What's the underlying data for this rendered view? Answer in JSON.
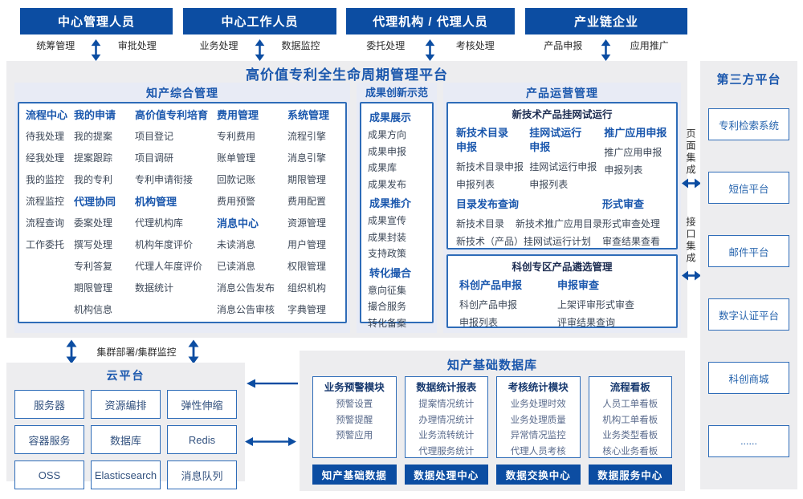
{
  "platform": {
    "title": "高价值专利全生命周期管理平台"
  },
  "roles": [
    {
      "name": "中心管理人员",
      "left": "统筹管理",
      "right": "审批处理"
    },
    {
      "name": "中心工作人员",
      "left": "业务处理",
      "right": "数据监控"
    },
    {
      "name": "代理机构 / 代理人员",
      "left": "委托处理",
      "right": "考核处理"
    },
    {
      "name": "产业链企业",
      "left": "产品申报",
      "right": "应用推广"
    }
  ],
  "ip_management": {
    "title": "知产综合管理",
    "col1": {
      "g1": {
        "heading": "流程中心",
        "items": [
          "待我处理",
          "经我处理",
          "我的监控",
          "流程监控",
          "流程查询",
          "工作委托"
        ]
      }
    },
    "col2": {
      "g1": {
        "heading": "我的申请",
        "items": [
          "我的提案",
          "提案跟踪",
          "我的专利"
        ]
      },
      "g2": {
        "heading": "代理协同",
        "items": [
          "委案处理",
          "撰写处理",
          "专利答复",
          "期限管理",
          "机构信息"
        ]
      }
    },
    "col3": {
      "g1": {
        "heading": "高价值专利培育",
        "items": [
          "项目登记",
          "项目调研",
          "专利申请衔接"
        ]
      },
      "g2": {
        "heading": "机构管理",
        "items": [
          "代理机构库",
          "机构年度评价",
          "代理人年度评价",
          "数据统计"
        ]
      }
    },
    "col4": {
      "g1": {
        "heading": "费用管理",
        "items": [
          "专利费用",
          "账单管理",
          "回款记账",
          "费用预警"
        ]
      },
      "g2": {
        "heading": "消息中心",
        "items": [
          "未读消息",
          "已读消息",
          "消息公告发布",
          "消息公告审核"
        ]
      }
    },
    "col5": {
      "g1": {
        "heading": "系统管理",
        "items": [
          "流程引擎",
          "消息引擎",
          "期限管理",
          "费用配置",
          "资源管理",
          "用户管理",
          "权限管理",
          "组织机构",
          "字典管理"
        ]
      }
    }
  },
  "innovation": {
    "title": "成果创新示范",
    "g1": {
      "heading": "成果展示",
      "items": [
        "成果方向",
        "成果申报",
        "成果库",
        "成果发布"
      ]
    },
    "g2": {
      "heading": "成果推介",
      "items": [
        "成果宣传",
        "成果封装",
        "支持政策"
      ]
    },
    "g3": {
      "heading": "转化撮合",
      "items": [
        "意向征集",
        "撮合服务",
        "转化备案"
      ]
    }
  },
  "product_ops": {
    "title": "产品运营管理",
    "trial_box": {
      "title": "新技术产品挂网试运行",
      "g1": {
        "heading": "新技术目录申报",
        "items": [
          "新技术目录申报",
          "申报列表"
        ]
      },
      "g2": {
        "heading": "挂网试运行申报",
        "items": [
          "挂网试运行申报",
          "申报列表"
        ]
      },
      "g3": {
        "heading": "推广应用申报",
        "items": [
          "推广应用申报",
          "申报列表"
        ]
      },
      "catalog_query": {
        "heading": "目录发布查询",
        "row1": [
          "新技术目录",
          "新技术推广应用目录"
        ],
        "row2": "新技术（产品）挂网试运行计划"
      },
      "review": {
        "heading": "形式审查",
        "items": [
          "形式审查处理",
          "审查结果查看"
        ]
      }
    },
    "selection_box": {
      "title": "科创专区产品遴选管理",
      "g1": {
        "heading": "科创产品申报",
        "items": [
          "科创产品申报",
          "申报列表"
        ]
      },
      "g2": {
        "heading": "申报审查",
        "items": [
          "上架评审形式审查",
          "评审结果查询"
        ]
      }
    }
  },
  "third_party": {
    "title": "第三方平台",
    "platforms": [
      "专利检索系统",
      "短信平台",
      "邮件平台",
      "数字认证平台",
      "科创商城",
      "......"
    ]
  },
  "integration": {
    "page": "页面集成",
    "interface": "接口集成"
  },
  "cloud": {
    "title": "云平台",
    "cluster_label": "集群部署/集群监控",
    "services": [
      "服务器",
      "资源编排",
      "弹性伸缩",
      "容器服务",
      "数据库",
      "Redis",
      "OSS",
      "Elasticsearch",
      "消息队列"
    ]
  },
  "data_platform": {
    "title": "知产基础数据库",
    "modules": [
      {
        "heading": "业务预警模块",
        "items": [
          "预警设置",
          "预警提醒",
          "预警应用"
        ]
      },
      {
        "heading": "数据统计报表",
        "items": [
          "提案情况统计",
          "办理情况统计",
          "业务流转统计",
          "代理服务统计"
        ]
      },
      {
        "heading": "考核统计模块",
        "items": [
          "业务处理时效",
          "业务处理质量",
          "异常情况监控",
          "代理人员考核"
        ]
      },
      {
        "heading": "流程看板",
        "items": [
          "人员工单看板",
          "机构工单看板",
          "业务类型看板",
          "核心业务看板"
        ]
      }
    ],
    "bars": [
      "知产基础数据",
      "数据处理中心",
      "数据交换中心",
      "数据服务中心"
    ]
  },
  "colors": {
    "navy": "#0c4da2",
    "blue_text": "#1a57ad",
    "border_blue": "#2e6cb8",
    "bg_gray": "#ededef",
    "bg_section": "#e8ebf5"
  }
}
